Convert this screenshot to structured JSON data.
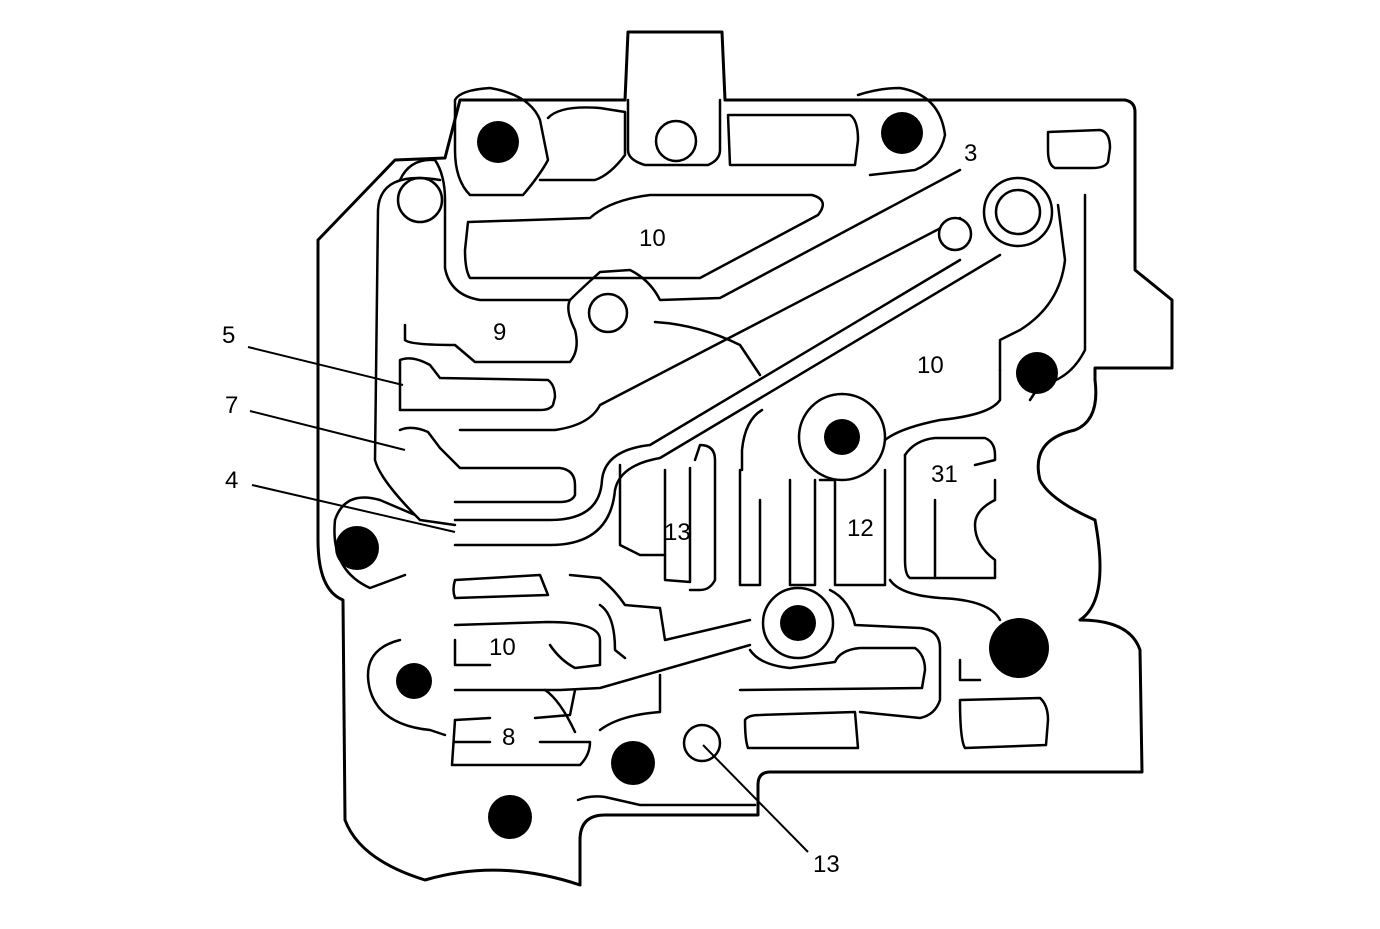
{
  "labels": {
    "callout_5": "5",
    "callout_7": "7",
    "callout_4": "4",
    "callout_13_bottom": "13",
    "area_3": "3",
    "area_10_top": "10",
    "area_10_right": "10",
    "area_10_lower_left": "10",
    "area_9": "9",
    "area_31": "31",
    "area_13_center": "13",
    "area_12": "12",
    "area_8": "8"
  },
  "colors": {
    "line": "#000000",
    "background": "#ffffff"
  }
}
